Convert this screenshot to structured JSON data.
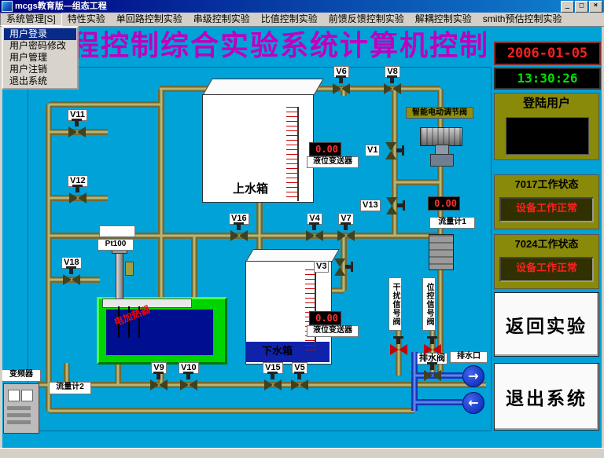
{
  "window": {
    "title": "mcgs教育版—组态工程"
  },
  "menu": {
    "items": [
      "系统管理[S]",
      "特性实验",
      "单回路控制实验",
      "串级控制实验",
      "比值控制实验",
      "前馈反馈控制实验",
      "解耦控制实验",
      "smith预估控制实验"
    ]
  },
  "context_menu": {
    "items": [
      "用户登录",
      "用户密码修改",
      "用户管理",
      "用户注销",
      "退出系统"
    ]
  },
  "banner": "程控制综合实验系统计算机控制",
  "panel": {
    "date": "2006-01-05",
    "time": "13:30:26",
    "login_label": "登陆用户",
    "s7017_label": "7017工作状态",
    "s7017_value": "设备工作正常",
    "s7024_label": "7024工作状态",
    "s7024_value": "设备工作正常",
    "return_label": "返回实验",
    "exit_label": "退出系统"
  },
  "diagram": {
    "upper_tank": "上水箱",
    "lower_tank": "下水箱",
    "heater_text": "电加热器",
    "pt100": "Pt100",
    "level_tx_label": "液位变送器",
    "level_upper_value": "0.00",
    "level_lower_value": "0.00",
    "flow1_label": "流量计1",
    "flow1_value": "0.00",
    "flow2_label": "流量计2",
    "inverter_label": "变频器",
    "smart_valve_label": "智能电动调节阀",
    "drain_valve_label": "排水阀",
    "drain_outlet_label": "排水口",
    "signal_left": "干扰信号阀",
    "signal_right": "位控信号阀",
    "colors": {
      "background": "#00a2d8",
      "banner": "#be00be",
      "pipe": "#6e6b38",
      "pipe_blue": "#1437b8",
      "alarm_red": "#ff2020",
      "clock_green": "#00e000"
    },
    "valves": {
      "V1": "V1",
      "V3": "V3",
      "V4": "V4",
      "V5": "V5",
      "V6": "V6",
      "V7": "V7",
      "V8": "V8",
      "V9": "V9",
      "V10": "V10",
      "V11": "V11",
      "V12": "V12",
      "V13": "V13",
      "V15": "V15",
      "V16": "V16",
      "V18": "V18"
    }
  }
}
